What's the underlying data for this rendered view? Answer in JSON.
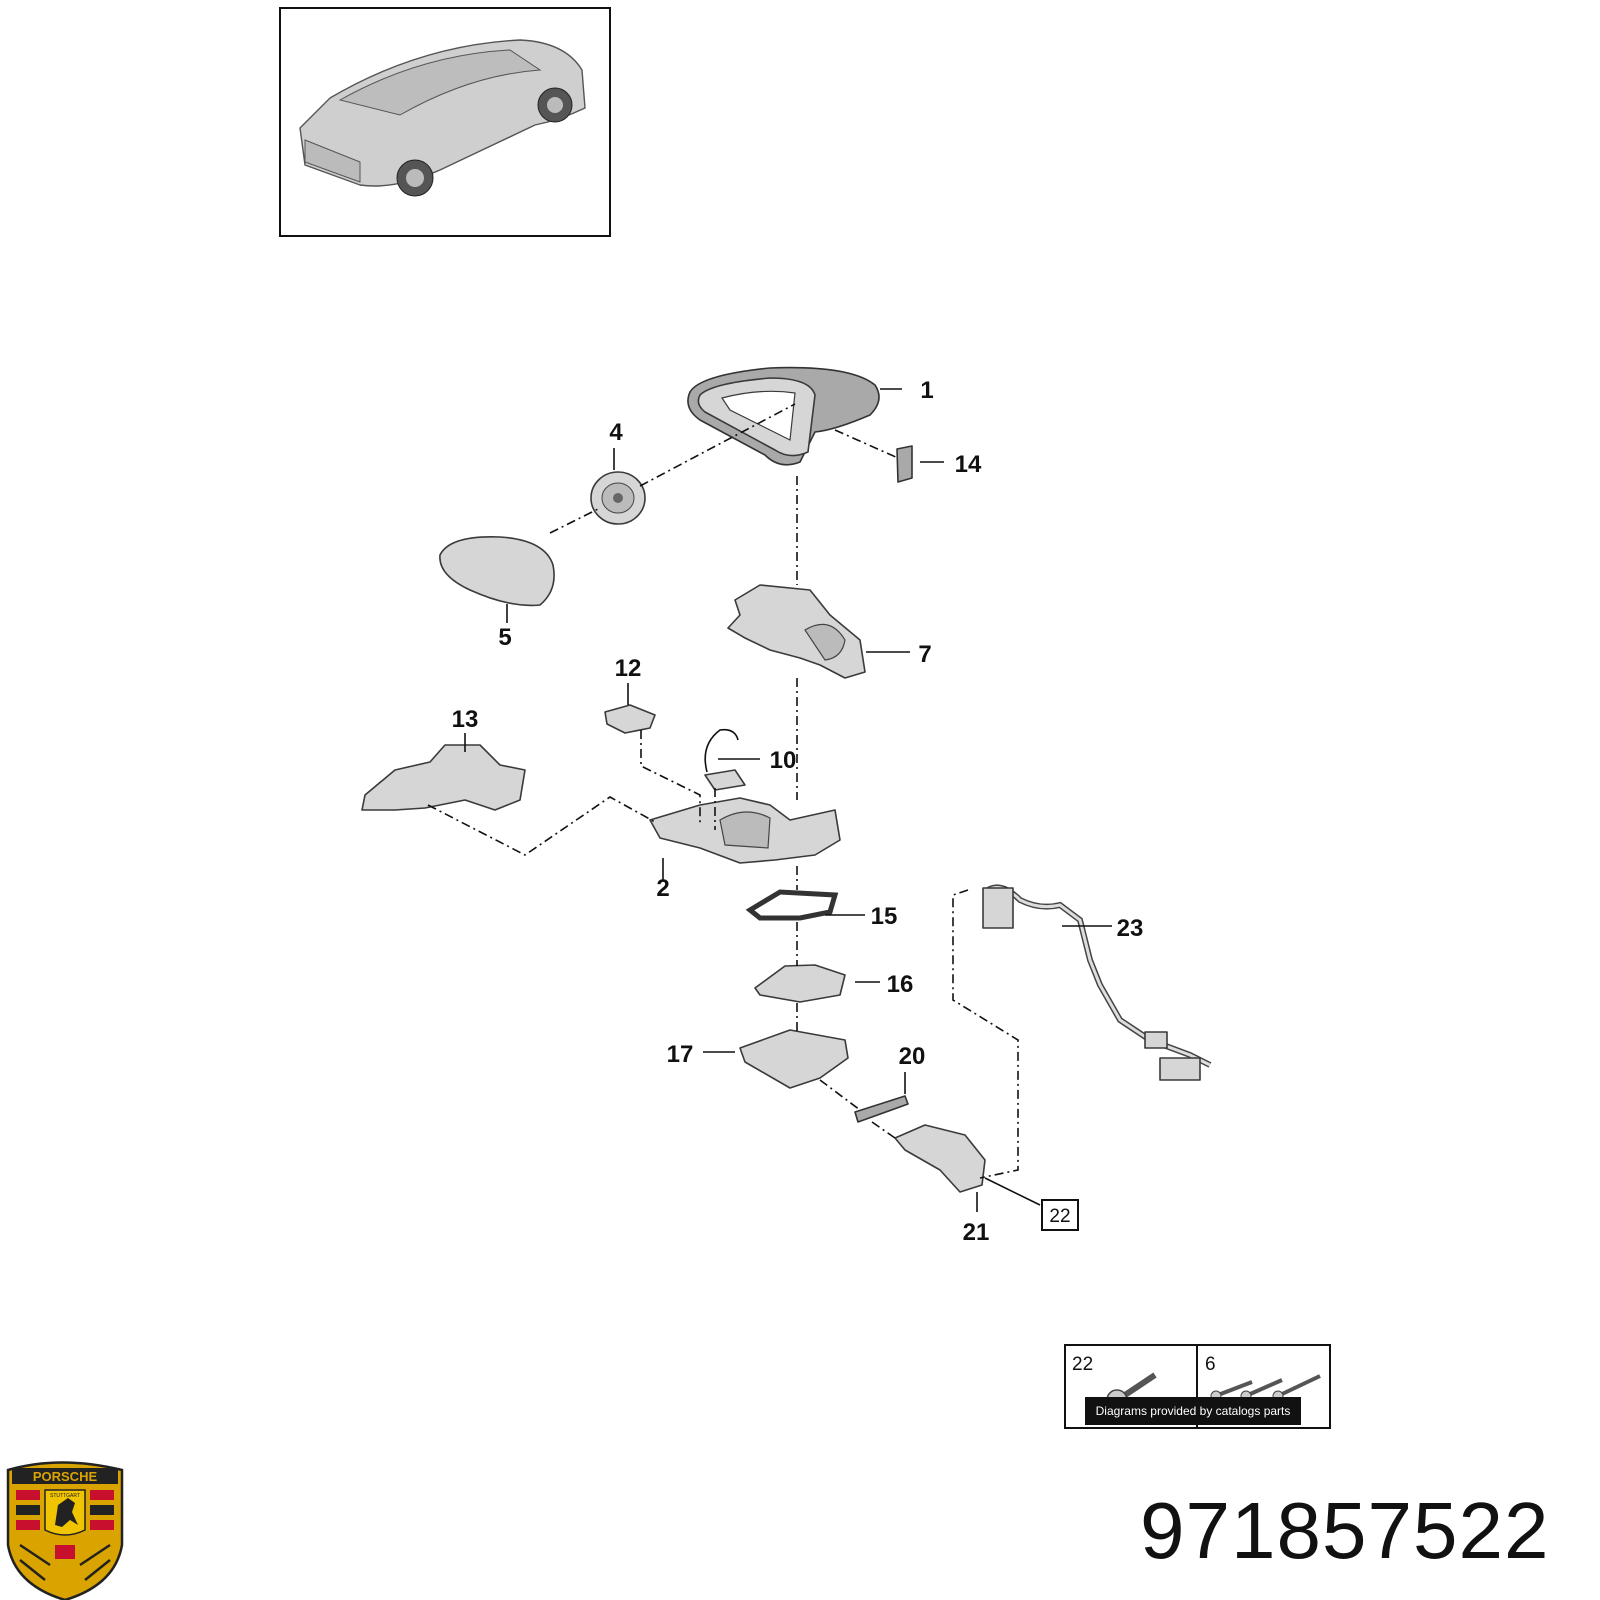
{
  "callouts": [
    "1",
    "4",
    "14",
    "5",
    "7",
    "12",
    "13",
    "10",
    "2",
    "15",
    "23",
    "16",
    "17",
    "20",
    "21"
  ],
  "boxed_ref": "22",
  "hardware": [
    {
      "ref": "22",
      "icon": "screw-icon"
    },
    {
      "ref": "6",
      "icon": "bolts-icon"
    }
  ],
  "credit": "Diagrams provided by catalogs parts",
  "part_number": "971857522",
  "logo": {
    "name": "porsche-crest",
    "text": "PORSCHE",
    "subtext": "STUTTGART"
  },
  "colors": {
    "ink": "#111111",
    "part_fill": "#d6d6d6",
    "logo_gold": "#d9a400",
    "logo_red": "#c8102e"
  }
}
